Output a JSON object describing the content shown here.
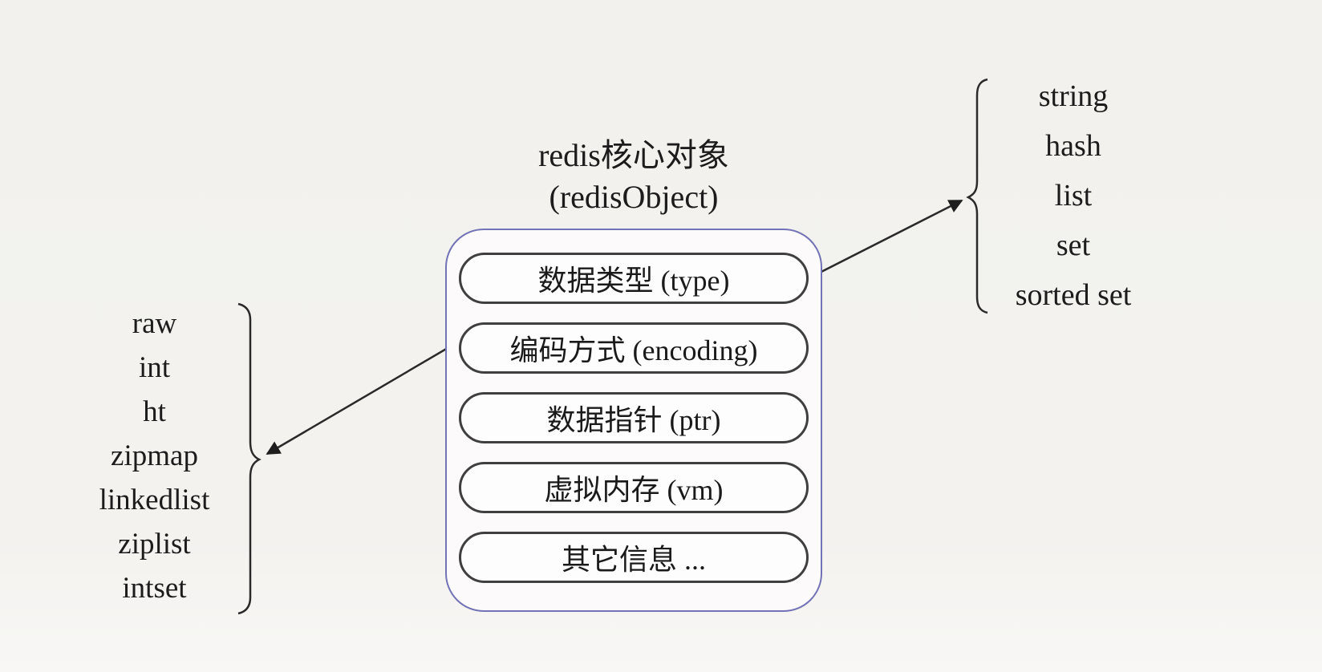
{
  "title": {
    "line1": "redis核心对象",
    "line2": "(redisObject)"
  },
  "core_box": {
    "fields": [
      {
        "label": "数据类型 (type)"
      },
      {
        "label": "编码方式 (encoding)"
      },
      {
        "label": "数据指针 (ptr)"
      },
      {
        "label": "虚拟内存 (vm)"
      },
      {
        "label": "其它信息 ..."
      }
    ]
  },
  "type_values": {
    "items": [
      "string",
      "hash",
      "list",
      "set",
      "sorted set"
    ]
  },
  "encoding_values": {
    "items": [
      "raw",
      "int",
      "ht",
      "zipmap",
      "linkedlist",
      "ziplist",
      "intset"
    ]
  },
  "arrows": [
    {
      "from": "数据类型 (type)",
      "to": "type value list"
    },
    {
      "from": "编码方式 (encoding)",
      "to": "encoding value list"
    }
  ],
  "colors": {
    "background": "#f3f2ef",
    "box_border": "#7272b6",
    "pill_border": "#3f3f3f",
    "line": "#2a2a2a",
    "text": "#1f1f1f"
  }
}
